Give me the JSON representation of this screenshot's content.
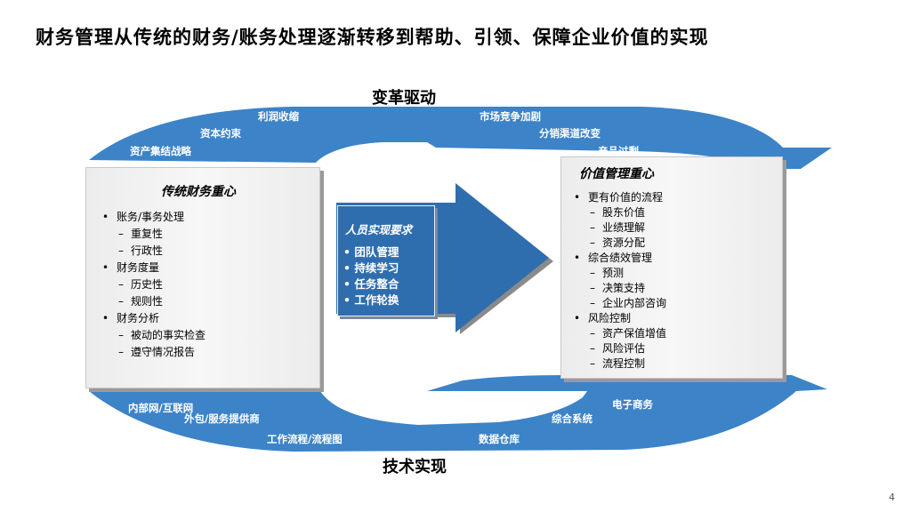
{
  "title": "财务管理从传统的财务/账务处理逐渐转移到帮助、引领、保障企业价值的实现",
  "top_label": "变革驱动",
  "bottom_label": "技术实现",
  "top_drivers": [
    "利润收缩",
    "资本约束",
    "资产集结战略",
    "市场竞争加剧",
    "分销渠道改变",
    "产品过剩"
  ],
  "bottom_drivers": [
    "内部网/互联网",
    "外包/服务提供商",
    "工作流程/流程图",
    "数据仓库",
    "综合系统",
    "电子商务"
  ],
  "left_box": {
    "title": "传统财务重心",
    "items": [
      {
        "type": "bullet",
        "text": "账务/事务处理"
      },
      {
        "type": "sub",
        "text": "重复性"
      },
      {
        "type": "sub",
        "text": "行政性"
      },
      {
        "type": "bullet",
        "text": "财务度量"
      },
      {
        "type": "sub",
        "text": "历史性"
      },
      {
        "type": "sub",
        "text": "规则性"
      },
      {
        "type": "bullet",
        "text": "财务分析"
      },
      {
        "type": "sub",
        "text": "被动的事实检查"
      },
      {
        "type": "sub",
        "text": "遵守情况报告"
      }
    ]
  },
  "center_box": {
    "title": "人员实现要求",
    "items": [
      "团队管理",
      "持续学习",
      "任务整合",
      "工作轮换"
    ]
  },
  "right_box": {
    "title": "价值管理重心",
    "items": [
      {
        "type": "bullet",
        "text": "更有价值的流程"
      },
      {
        "type": "sub",
        "text": "股东价值"
      },
      {
        "type": "sub",
        "text": "业绩理解"
      },
      {
        "type": "sub",
        "text": "资源分配"
      },
      {
        "type": "bullet",
        "text": "综合绩效管理"
      },
      {
        "type": "sub",
        "text": "预测"
      },
      {
        "type": "sub",
        "text": "决策支持"
      },
      {
        "type": "sub",
        "text": "企业内部咨询"
      },
      {
        "type": "bullet",
        "text": "风险控制"
      },
      {
        "type": "sub",
        "text": "资产保值增值"
      },
      {
        "type": "sub",
        "text": "风险评估"
      },
      {
        "type": "sub",
        "text": "流程控制"
      }
    ]
  },
  "page_number": "4",
  "colors": {
    "band": "#3c83c8",
    "arrow": "#2f6eae",
    "box_border": "#c8c8c8"
  }
}
